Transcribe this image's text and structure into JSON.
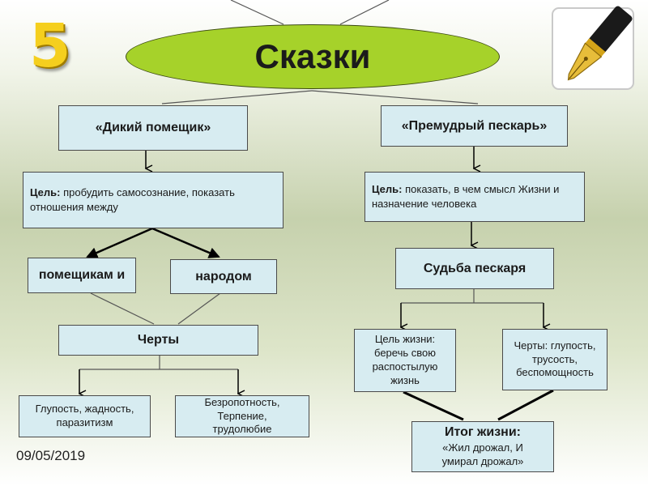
{
  "badge": "5",
  "title": "Сказки",
  "date": "09/05/2019",
  "left": {
    "title": "«Дикий помещик»",
    "goal_label": "Цель:",
    "goal_text": " пробудить самосознание, показать отношения между",
    "node_a": "помещикам и",
    "node_b": "народом",
    "traits": "Черты",
    "traits_a": "Глупость, жадность, паразитизм",
    "traits_b": "Безропотность, Терпение, трудолюбие"
  },
  "right": {
    "title": "«Премудрый пескарь»",
    "goal_label": "Цель:",
    "goal_text": " показать, в чем смысл Жизни и назначение человека",
    "fate": "Судьба пескаря",
    "life_goal": "Цель жизни: беречь свою распостылую жизнь",
    "traits": "Черты: глупость, трусость, беспомощность",
    "result_label": "Итог жизни:",
    "result_text": "«Жил дрожал, И умирал дрожал»"
  },
  "colors": {
    "box_fill": "#d7ecf1",
    "ellipse_fill": "#a6d22a"
  }
}
